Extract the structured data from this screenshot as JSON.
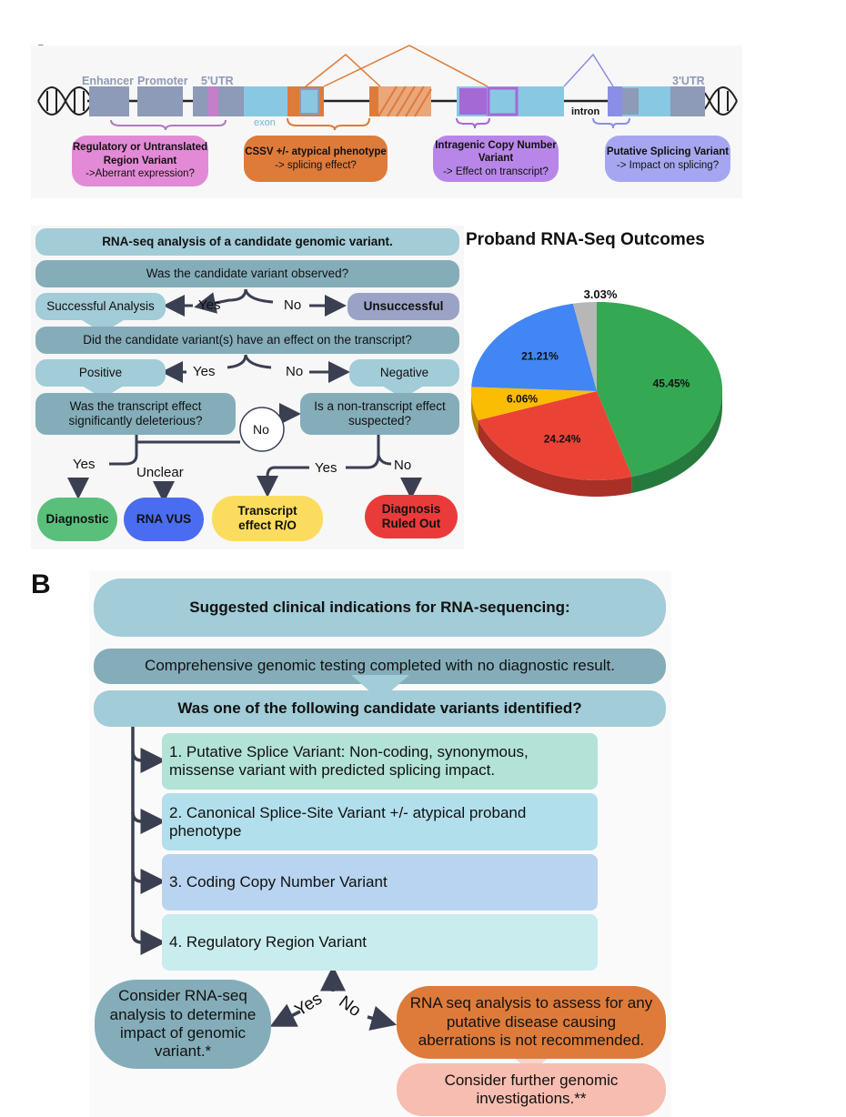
{
  "panel_a": {
    "letter": "A",
    "gene": {
      "enhancer": "Enhancer",
      "promoter": "Promoter",
      "utr5": "5'UTR",
      "utr3": "3'UTR",
      "exon": "exon",
      "intron": "intron"
    },
    "bubbles": [
      {
        "title": "Regulatory or Untranslated Region Variant",
        "sub": "->Aberrant expression?"
      },
      {
        "title": "CSSV +/- atypical phenotype",
        "sub": "-> splicing effect?"
      },
      {
        "title": "Intragenic Copy Number Variant",
        "sub": "-> Effect on transcript?"
      },
      {
        "title": "Putative Splicing Variant",
        "sub": "-> Impact on splicing?"
      }
    ],
    "flowchart": {
      "header": "RNA-seq analysis of a candidate genomic variant.",
      "q1": "Was the candidate variant observed?",
      "success": "Successful Analysis",
      "unsuccess": "Unsuccessful",
      "q2": "Did the candidate variant(s) have an effect on the transcript?",
      "positive": "Positive",
      "negative": "Negative",
      "q3": "Was the transcript effect significantly deleterious?",
      "q4": "Is a non-transcript effect suspected?",
      "yes": "Yes",
      "no": "No",
      "unclear": "Unclear",
      "out_diagnostic": "Diagnostic",
      "out_vus": "RNA VUS",
      "out_ro": "Transcript effect R/O",
      "out_ruled": "Diagnosis Ruled Out"
    }
  },
  "chart_data": {
    "type": "pie",
    "title": "Proband RNA-Seq Outcomes",
    "slices": [
      {
        "label": "45.45%",
        "value": 45.45,
        "color": "#34a853"
      },
      {
        "label": "24.24%",
        "value": 24.24,
        "color": "#ea4335"
      },
      {
        "label": "6.06%",
        "value": 6.06,
        "color": "#fbbc04"
      },
      {
        "label": "21.21%",
        "value": 21.21,
        "color": "#4285f4"
      },
      {
        "label": "3.03%",
        "value": 3.03,
        "color": "#b7b7b7"
      }
    ],
    "legend": "none"
  },
  "panel_b": {
    "letter": "B",
    "title": "Suggested clinical indications for RNA-sequencing:",
    "step1": "Comprehensive genomic testing completed with no diagnostic result.",
    "question": "Was one of the following candidate variants identified?",
    "items": [
      "1. Putative Splice Variant: Non-coding, synonymous, missense variant with predicted splicing impact.",
      "2. Canonical Splice-Site Variant +/- atypical proband phenotype",
      "3. Coding Copy Number Variant",
      "4. Regulatory Region Variant"
    ],
    "yes": "Yes",
    "no": "No",
    "yes_outcome": "Consider RNA-seq analysis to determine impact of genomic variant.*",
    "no_outcome": "RNA seq analysis to assess for any putative disease causing aberrations is not recommended.",
    "no_followup": "Consider further genomic investigations.**"
  },
  "colors": {
    "teal_light": "#a2ccd7",
    "teal_dark": "#84adb9",
    "orange": "#de7b3a",
    "salmon": "#f6bdb0"
  }
}
